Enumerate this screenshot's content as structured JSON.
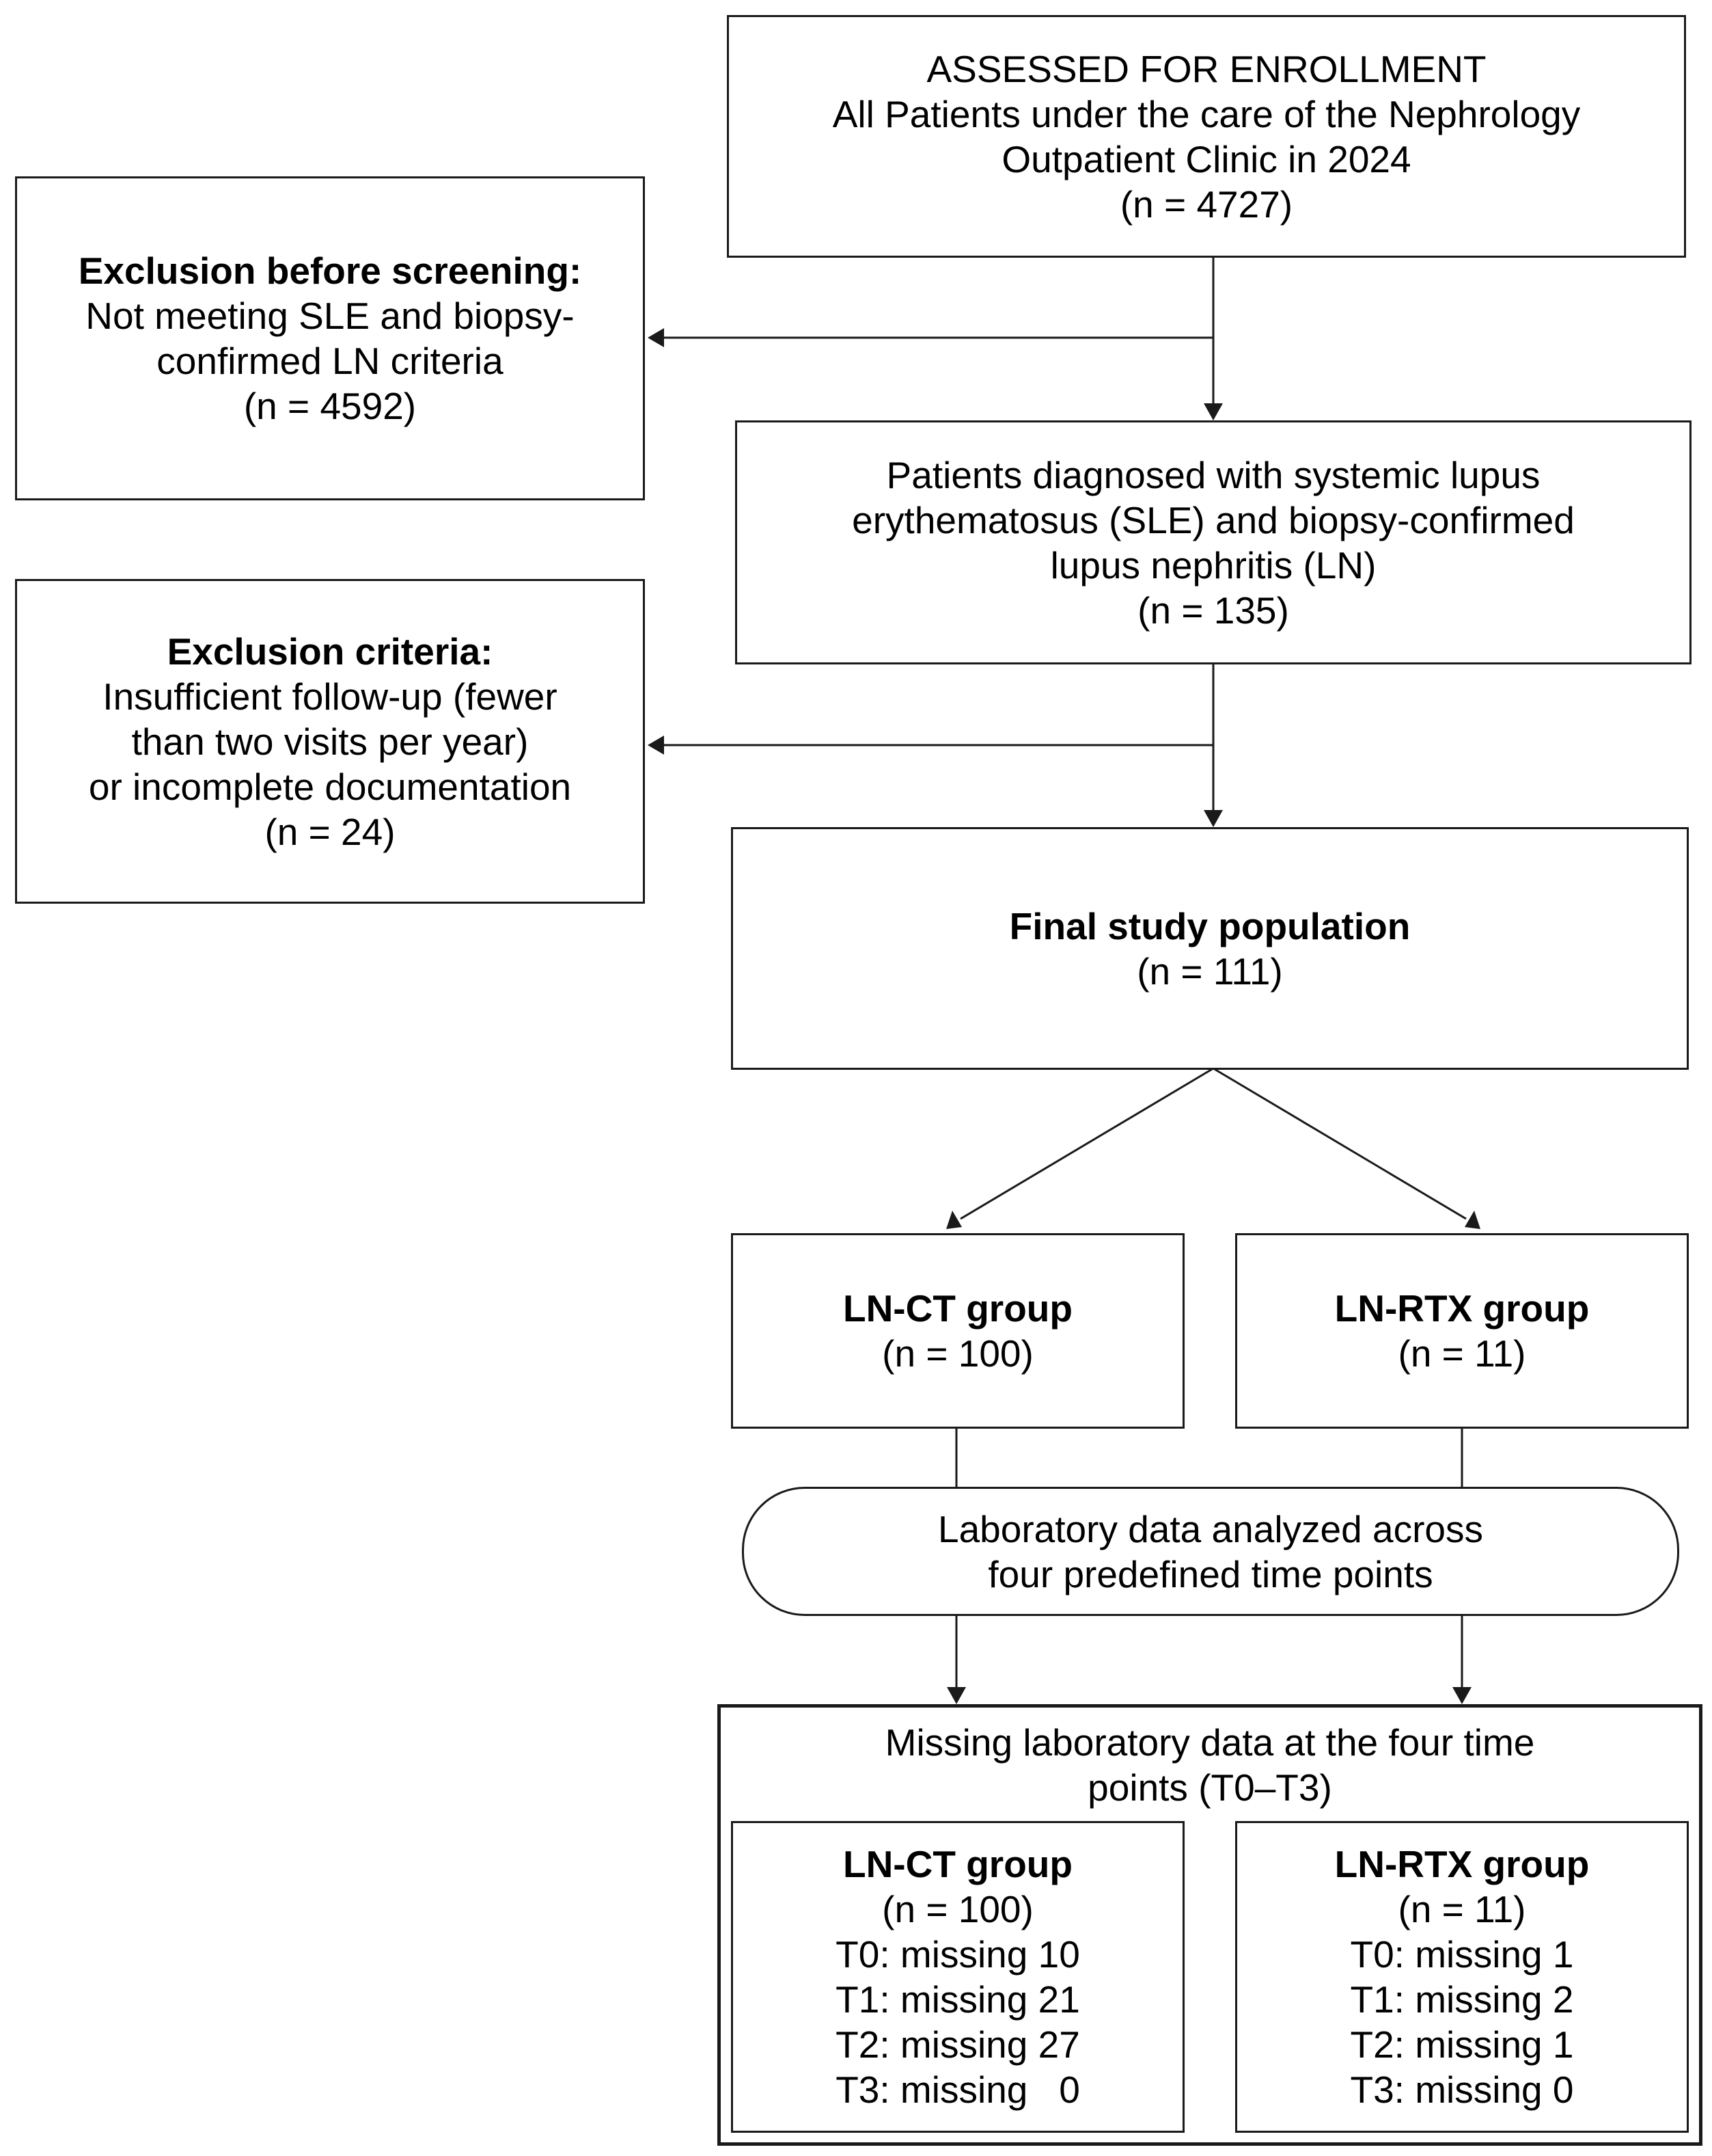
{
  "assessed": {
    "lines": [
      "ASSESSED FOR ENROLLMENT",
      "All Patients under the care of the Nephrology",
      "Outpatient Clinic in 2024",
      "(n = 4727)"
    ]
  },
  "exclusion_before_screening": {
    "title": "Exclusion before screening:",
    "lines": [
      "Not meeting SLE and biopsy-",
      "confirmed LN criteria",
      "(n = 4592)"
    ]
  },
  "diagnosed": {
    "lines": [
      "Patients diagnosed with systemic lupus",
      "erythematosus (SLE) and biopsy-confirmed",
      "lupus nephritis (LN)",
      "(n = 135)"
    ]
  },
  "exclusion_criteria": {
    "title": "Exclusion criteria:",
    "lines": [
      "Insufficient follow-up (fewer",
      "than two visits per year)",
      "or incomplete documentation",
      "(n = 24)"
    ]
  },
  "final_population": {
    "title": "Final study population",
    "count": "(n = 111)"
  },
  "ln_ct_group": {
    "title": "LN-CT group",
    "count": "(n = 100)"
  },
  "ln_rtx_group": {
    "title": "LN-RTX group",
    "count": "(n = 11)"
  },
  "laboratory": {
    "lines": [
      "Laboratory data analyzed across",
      "four predefined time points"
    ]
  },
  "missing": {
    "heading_lines": [
      "Missing laboratory data at the four time",
      "points (T0–T3)"
    ],
    "ln_ct": {
      "title": "LN-CT group",
      "count": "(n = 100)",
      "items": [
        "T0: missing 10",
        "T1: missing 21",
        "T2: missing 27",
        "T3: missing   0"
      ]
    },
    "ln_rtx": {
      "title": "LN-RTX group",
      "count": "(n = 11)",
      "items": [
        "T0: missing 1",
        "T1: missing 2",
        "T2: missing 1",
        "T3: missing 0"
      ]
    }
  },
  "colors": {
    "stroke": "#1a1a1a",
    "text": "#000000",
    "background": "#ffffff"
  }
}
